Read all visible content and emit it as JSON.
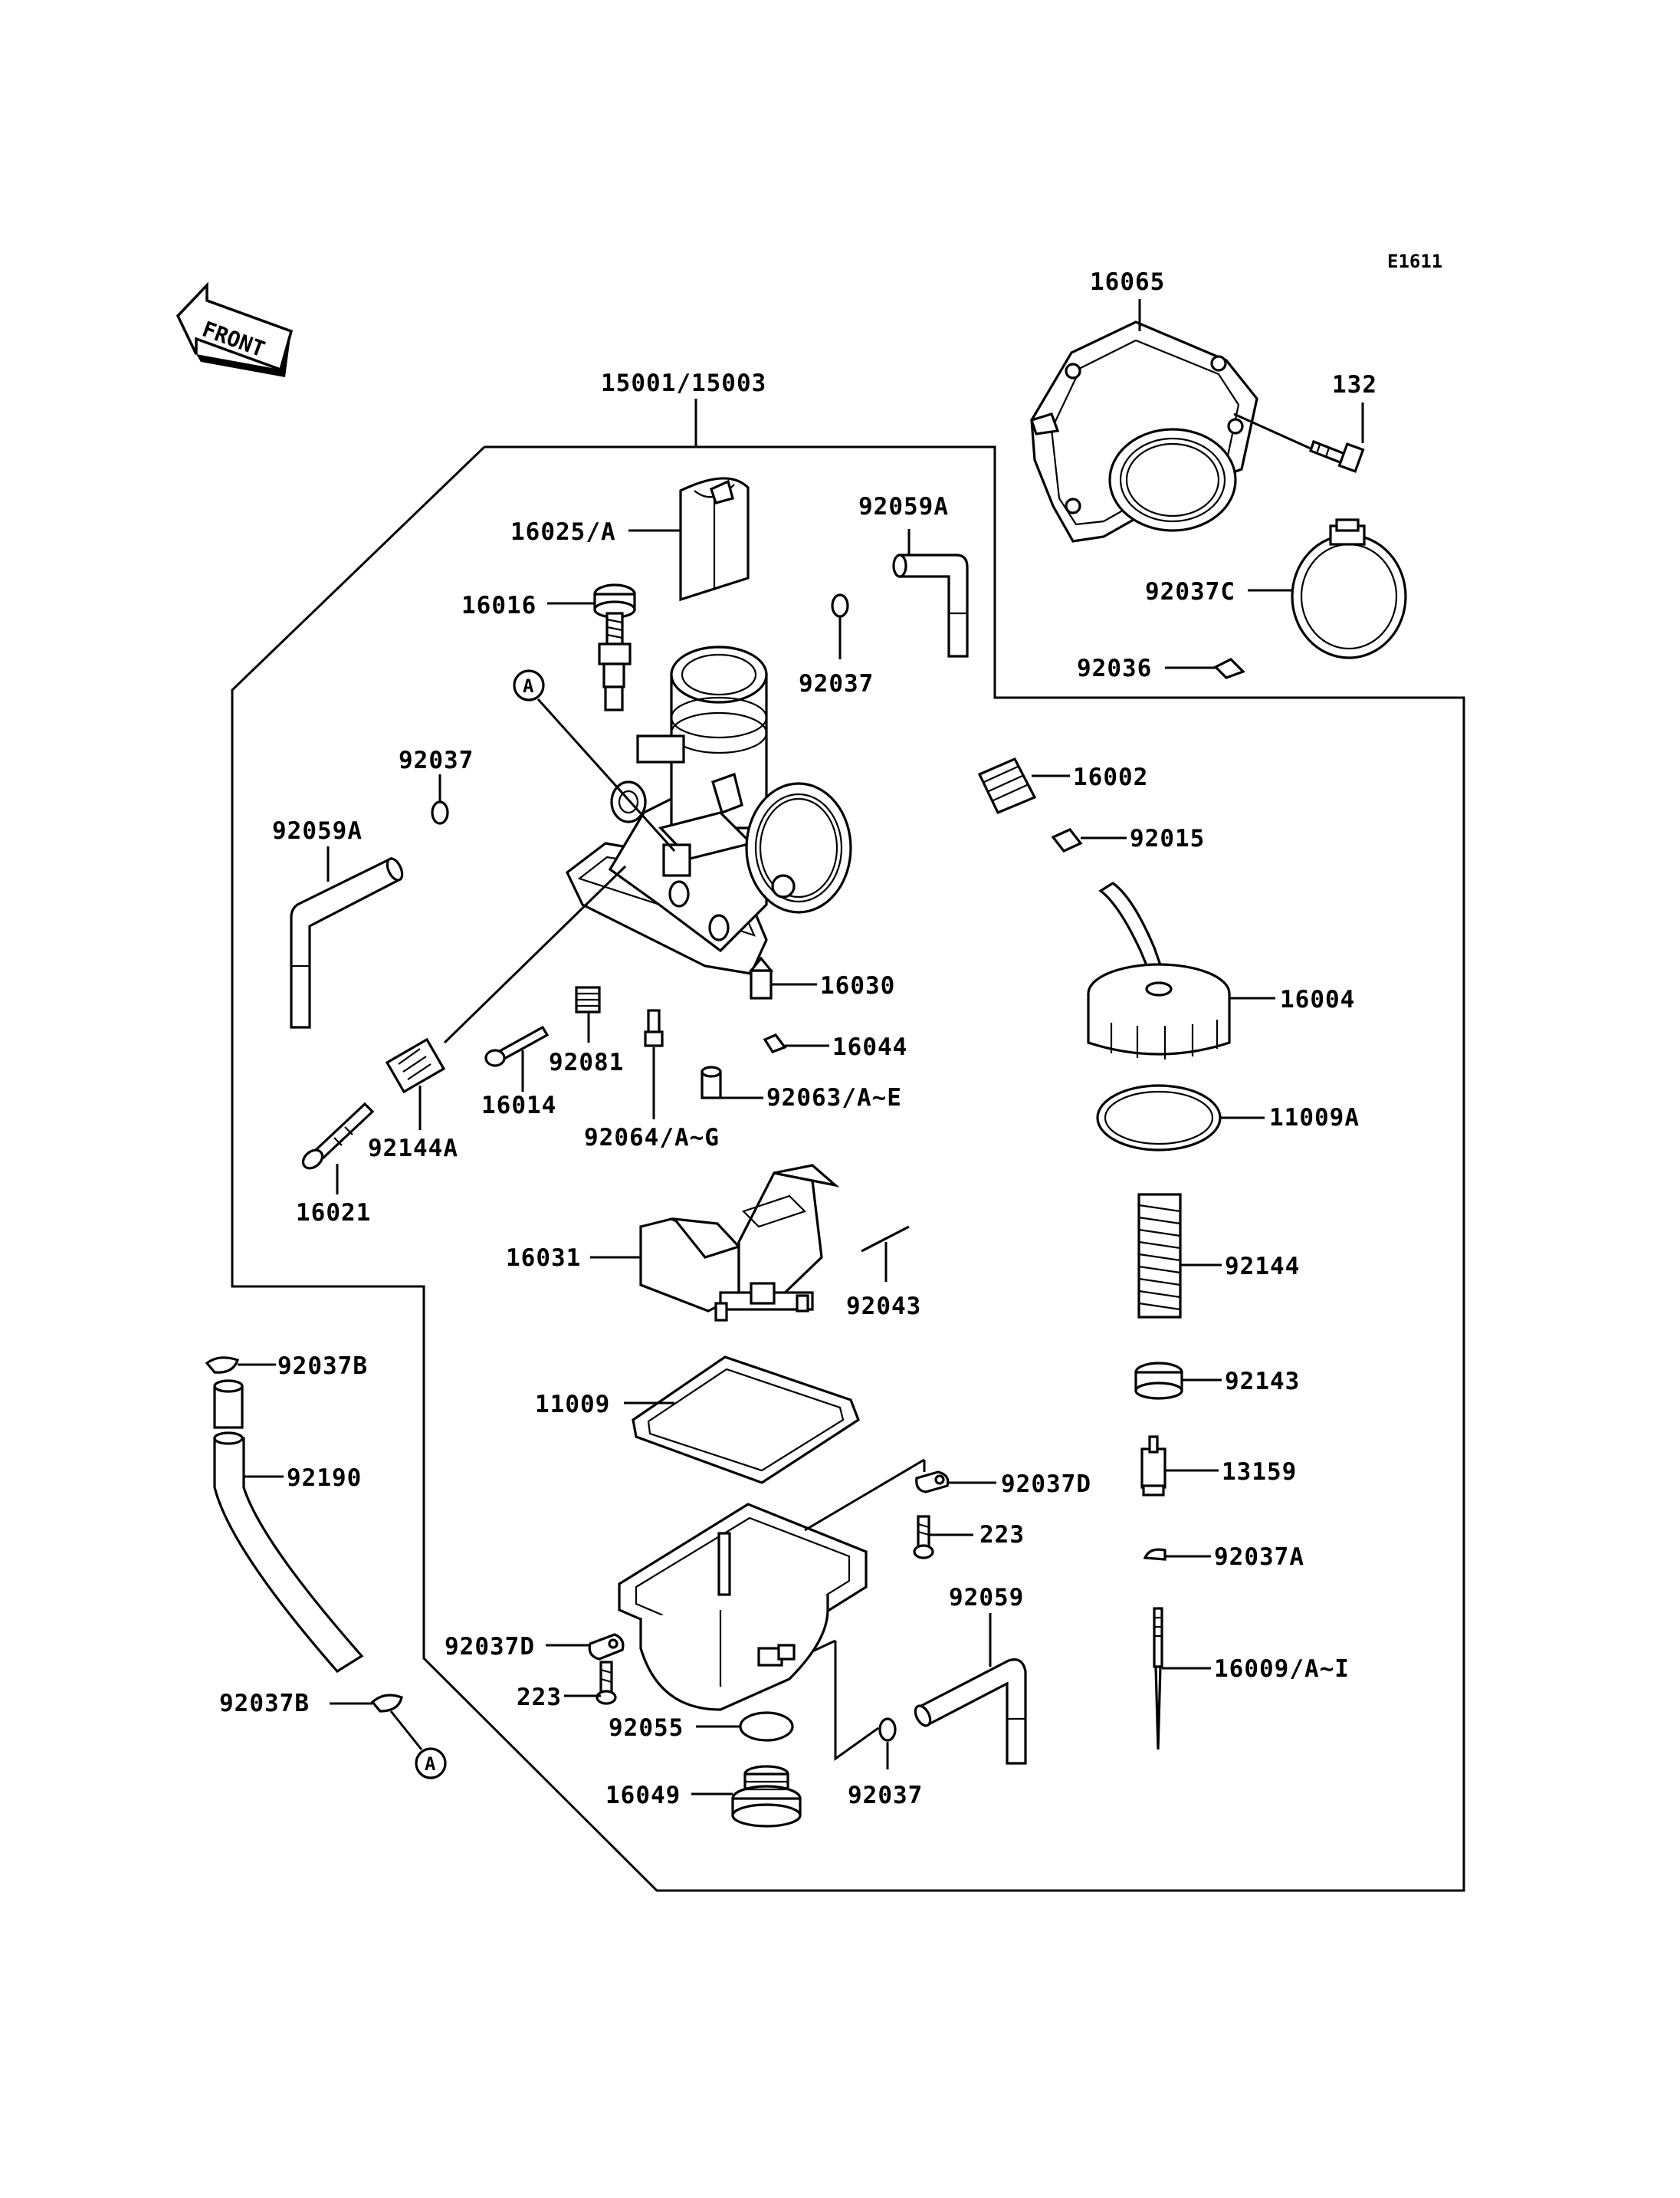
{
  "diagram_code": "E1611",
  "front_label": "FRONT",
  "callout_letter": "A",
  "parts": {
    "p15001": "15001/15003",
    "p16065": "16065",
    "p132": "132",
    "p92037C": "92037C",
    "p92036": "92036",
    "p16025": "16025/A",
    "p16016": "16016",
    "p92059A_top": "92059A",
    "p92037_top": "92037",
    "p92037_left": "92037",
    "p92059A_left": "92059A",
    "p16002": "16002",
    "p92015": "92015",
    "p16030": "16030",
    "p16004": "16004",
    "p16044": "16044",
    "p92081": "92081",
    "p16014": "16014",
    "p92063": "92063/A~E",
    "p92144A": "92144A",
    "p92064": "92064/A~G",
    "p11009A": "11009A",
    "p16021": "16021",
    "p16031": "16031",
    "p92144": "92144",
    "p92043": "92043",
    "p92037B_top": "92037B",
    "p92143": "92143",
    "p11009": "11009",
    "p92190": "92190",
    "p92037D_right": "92037D",
    "p13159": "13159",
    "p223_right": "223",
    "p92037A": "92037A",
    "p92059": "92059",
    "p92037D_left": "92037D",
    "p16009": "16009/A~I",
    "p92037B_bottom": "92037B",
    "p223_left": "223",
    "p92055": "92055",
    "p16049": "16049",
    "p92037_bottom": "92037"
  }
}
